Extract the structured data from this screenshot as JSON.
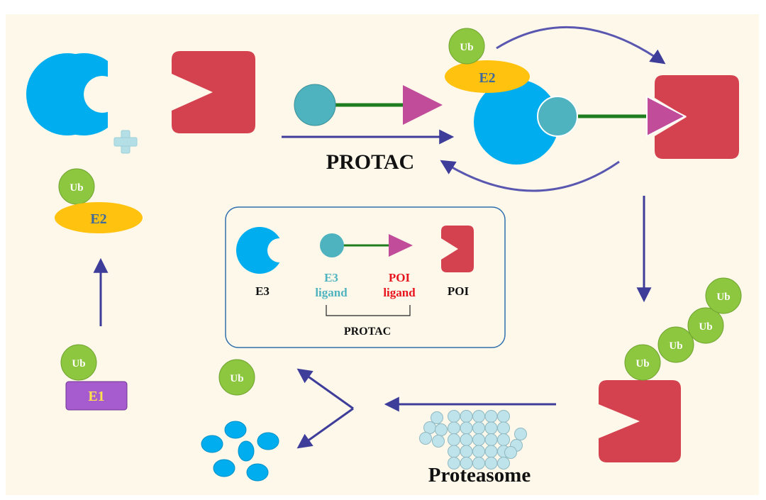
{
  "colors": {
    "background": "#fdf8ea",
    "e3": "#00aeef",
    "poi": "#d4414f",
    "e3_ligand": "#4fb3bf",
    "linker": "#1e7d1e",
    "poi_ligand": "#c14d9a",
    "ubiquitin": "#8dc63f",
    "e2": "#ffc20e",
    "e1": "#a65ccf",
    "arrow": "#3f3d9a",
    "proteasome": "#bfe3ea"
  },
  "icons": {
    "plus": "plus-icon",
    "arrow": "arrow-icon"
  },
  "labels": {
    "protac": "PROTAC",
    "proteasome": "Proteasome",
    "ub": "Ub",
    "e2": "E2",
    "e1": "E1"
  },
  "legend": {
    "e3": "E3",
    "e3_ligand_line1": "E3",
    "e3_ligand_line2": "ligand",
    "poi_ligand_line1": "POI",
    "poi_ligand_line2": "ligand",
    "poi": "POI",
    "protac": "PROTAC"
  }
}
